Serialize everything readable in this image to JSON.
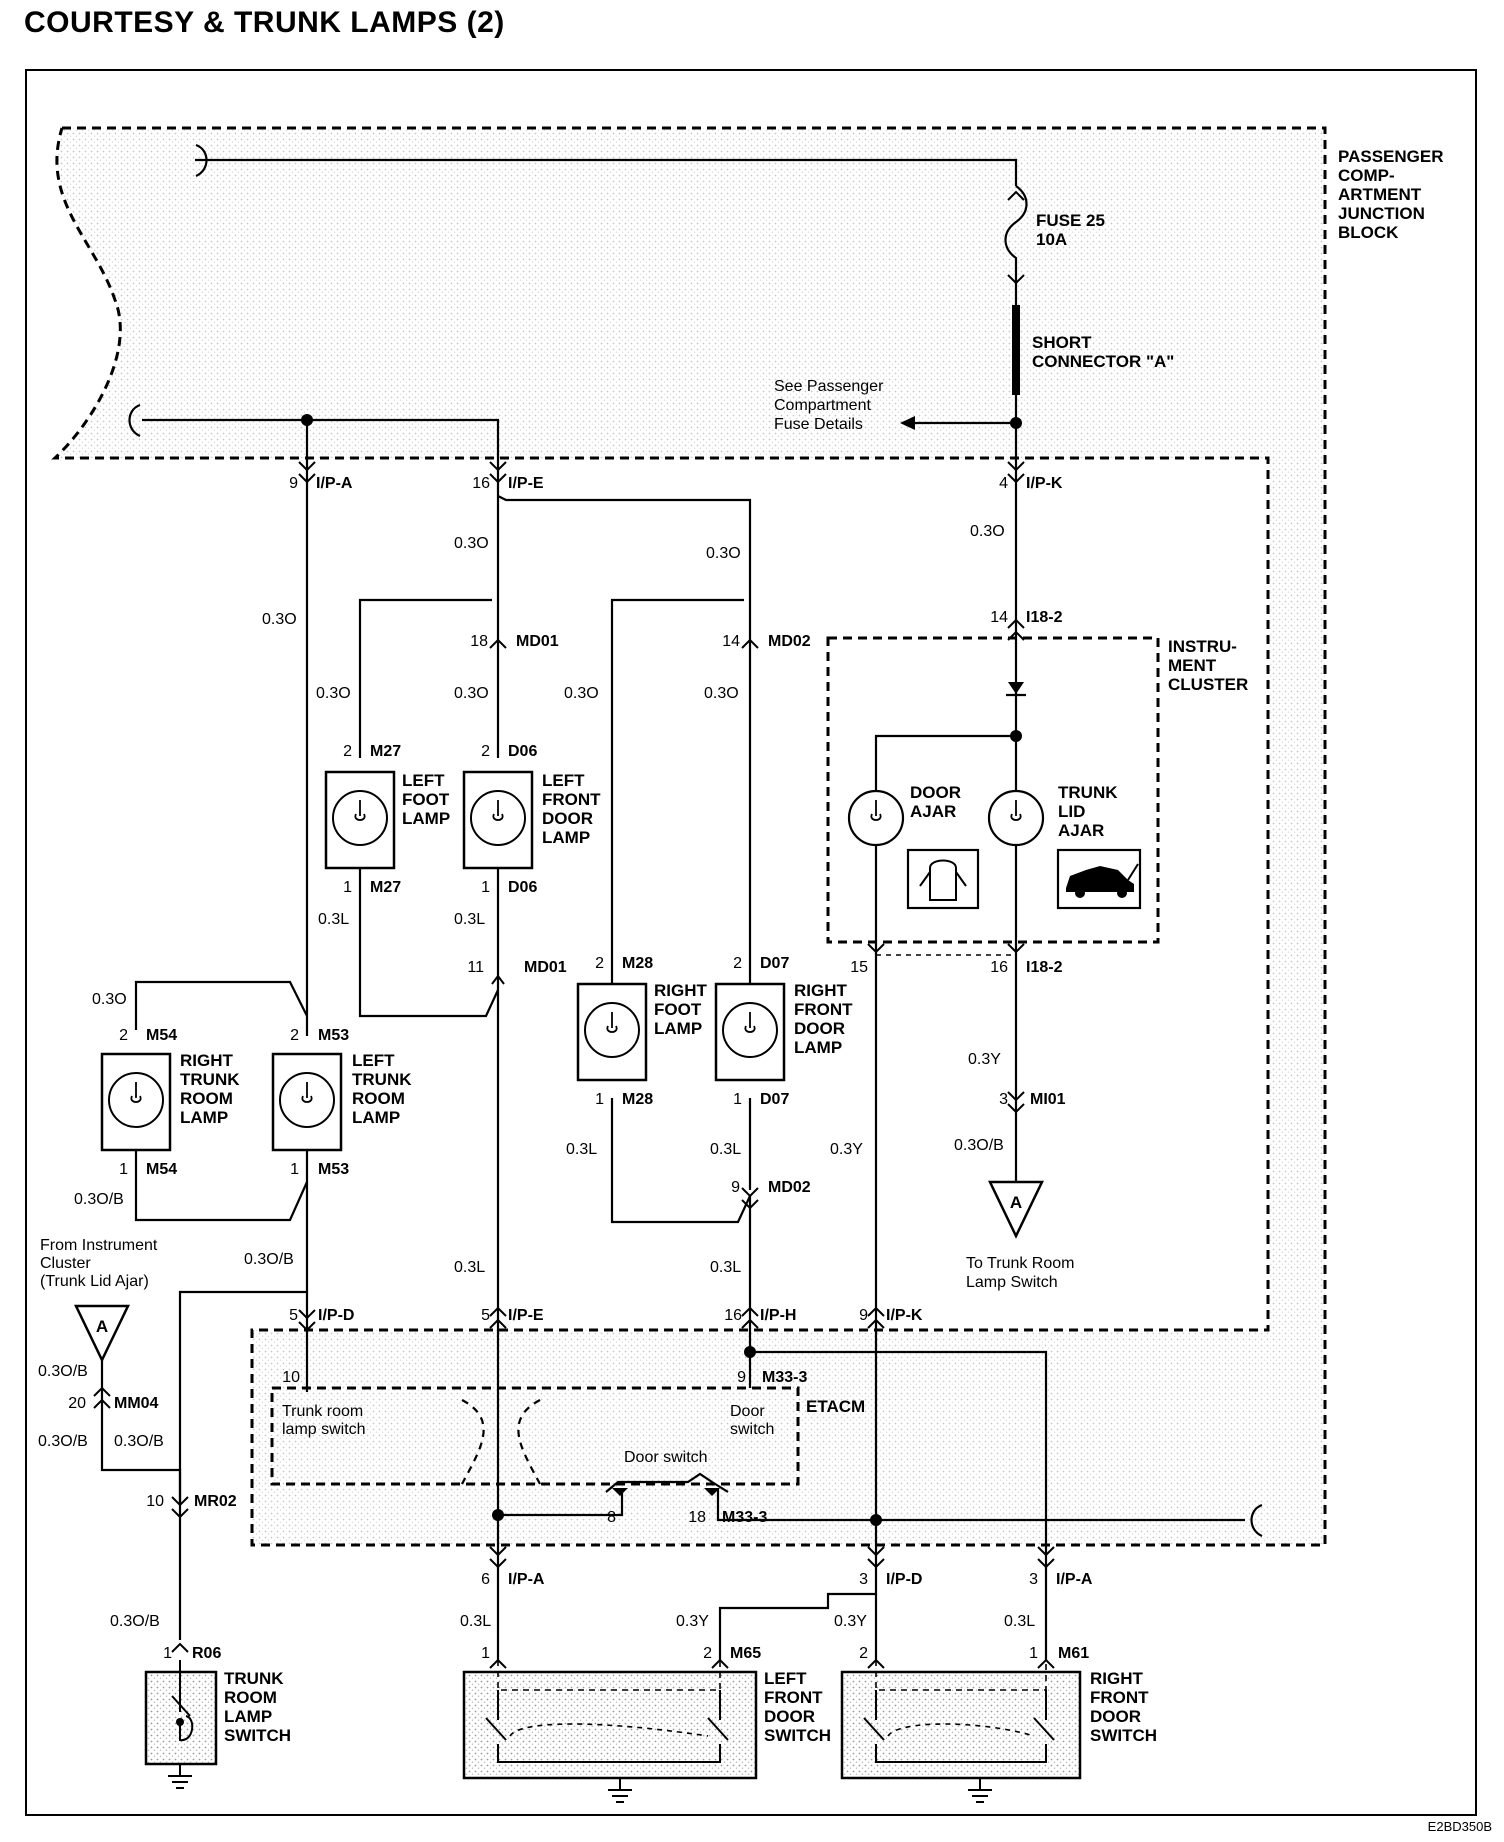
{
  "title": "COURTESY & TRUNK LAMPS (2)",
  "code": "E2BD350B",
  "blocks": {
    "pcjb": [
      "PASSENGER",
      "COMP-",
      "ARTMENT",
      "JUNCTION",
      "BLOCK"
    ],
    "cluster": [
      "INSTRU-",
      "MENT",
      "CLUSTER"
    ],
    "etacm": "ETACM"
  },
  "fuse": [
    "FUSE 25",
    "10A"
  ],
  "short_conn": [
    "SHORT",
    "CONNECTOR \"A\""
  ],
  "see_note": [
    "See Passenger",
    "Compartment",
    "Fuse Details"
  ],
  "to_trunk": [
    "To Trunk Room",
    "Lamp Switch"
  ],
  "from_cluster": [
    "From Instrument",
    "Cluster",
    "(Trunk Lid Ajar)"
  ],
  "ref_letter": "A",
  "lamps": {
    "left_foot": [
      "LEFT",
      "FOOT",
      "LAMP"
    ],
    "left_front_door": [
      "LEFT",
      "FRONT",
      "DOOR",
      "LAMP"
    ],
    "right_foot": [
      "RIGHT",
      "FOOT",
      "LAMP"
    ],
    "right_front_door": [
      "RIGHT",
      "FRONT",
      "DOOR",
      "LAMP"
    ],
    "right_trunk": [
      "RIGHT",
      "TRUNK",
      "ROOM",
      "LAMP"
    ],
    "left_trunk": [
      "LEFT",
      "TRUNK",
      "ROOM",
      "LAMP"
    ],
    "door_ajar": [
      "DOOR",
      "AJAR"
    ],
    "trunk_ajar": [
      "TRUNK",
      "LID",
      "AJAR"
    ]
  },
  "switches": {
    "trunk_room": [
      "TRUNK",
      "ROOM",
      "LAMP",
      "SWITCH"
    ],
    "left_front_door": [
      "LEFT",
      "FRONT",
      "DOOR",
      "SWITCH"
    ],
    "right_front_door": [
      "RIGHT",
      "FRONT",
      "DOOR",
      "SWITCH"
    ]
  },
  "etacm_labels": {
    "trunk_room_lamp_switch": [
      "Trunk room",
      "lamp switch"
    ],
    "door_switch_a": [
      "Door",
      "switch"
    ],
    "door_switch_b": "Door switch"
  },
  "wires": {
    "w030": "0.3O",
    "w03l": "0.3L",
    "w03y": "0.3Y",
    "w03ob": "0.3O/B"
  },
  "connectors": {
    "ipa": "I/P-A",
    "ipe": "I/P-E",
    "ipk": "I/P-K",
    "ipd": "I/P-D",
    "iph": "I/P-H",
    "md01": "MD01",
    "md02": "MD02",
    "i182": "I18-2",
    "m27": "M27",
    "d06": "D06",
    "m28": "M28",
    "d07": "D07",
    "m54": "M54",
    "m53": "M53",
    "mi01": "MI01",
    "mm04": "MM04",
    "mr02": "MR02",
    "r06": "R06",
    "m65": "M65",
    "m61": "M61",
    "m333": "M33-3"
  },
  "pins": {
    "p1": "1",
    "p2": "2",
    "p3": "3",
    "p4": "4",
    "p5": "5",
    "p6": "6",
    "p8": "8",
    "p9": "9",
    "p10": "10",
    "p11": "11",
    "p14": "14",
    "p15": "15",
    "p16": "16",
    "p18": "18",
    "p20": "20"
  },
  "colors": {
    "ink": "#000000",
    "stipple": "#d0d0d0",
    "paper": "#ffffff"
  }
}
